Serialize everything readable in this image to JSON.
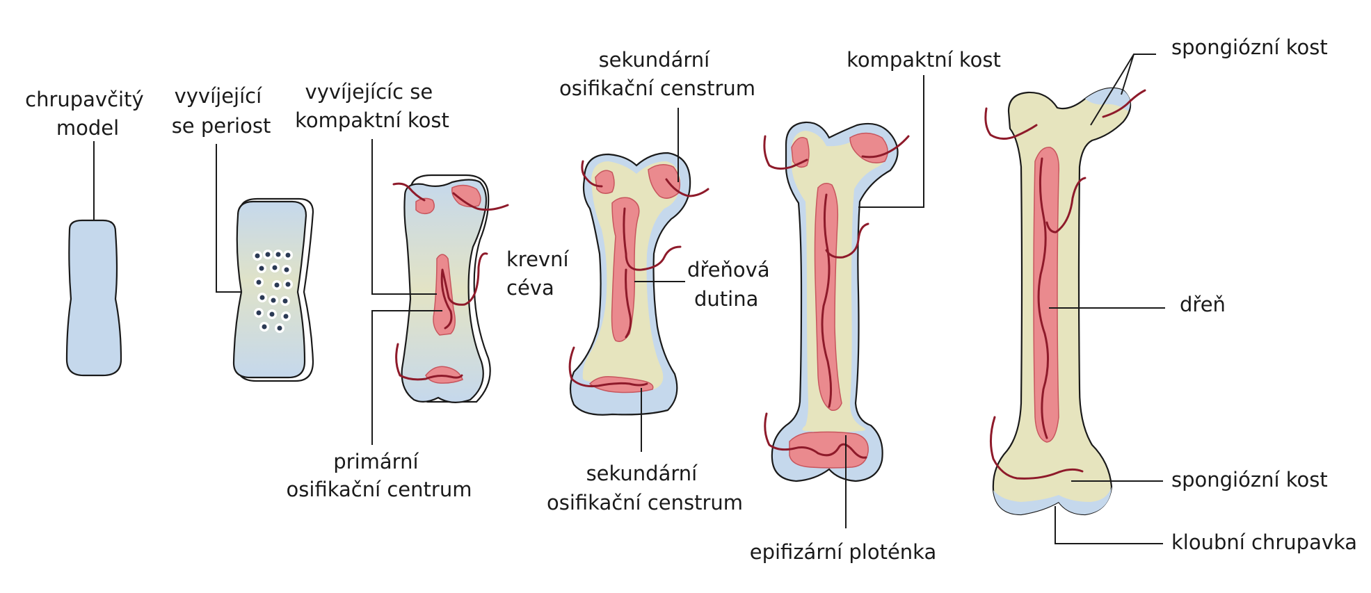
{
  "colors": {
    "cartilage": "#c5d8ec",
    "bone": "#e6e4be",
    "marrow": "#ea8a8e",
    "vessel": "#8e1a2a",
    "outline": "#1a1a1a",
    "cell_halo": "#ffffff",
    "cell_dot": "#2b3a55"
  },
  "labels": {
    "cartilage_model": [
      "chrupavčitý",
      "model"
    ],
    "developing_periosteum": [
      "vyvíjející",
      "se periost"
    ],
    "developing_compact_bone": [
      "vyvíjejícíc se",
      "kompaktní kost"
    ],
    "primary_ossification_center": [
      "primární",
      "osifikační centrum"
    ],
    "blood_vessel": [
      "krevní",
      "céva"
    ],
    "secondary_ossification_center_top": [
      "sekundární",
      "osifikační censtrum"
    ],
    "secondary_ossification_center_bottom": [
      "sekundární",
      "osifikační censtrum"
    ],
    "medullary_cavity": [
      "dřeňová",
      "dutina"
    ],
    "compact_bone": "kompaktní kost",
    "epiphyseal_plate": "epifizární ploténka",
    "spongy_bone_top": "spongiózní kost",
    "marrow": "dřeň",
    "spongy_bone_bottom": "spongiózní kost",
    "articular_cartilage": "kloubní chrupavka"
  }
}
